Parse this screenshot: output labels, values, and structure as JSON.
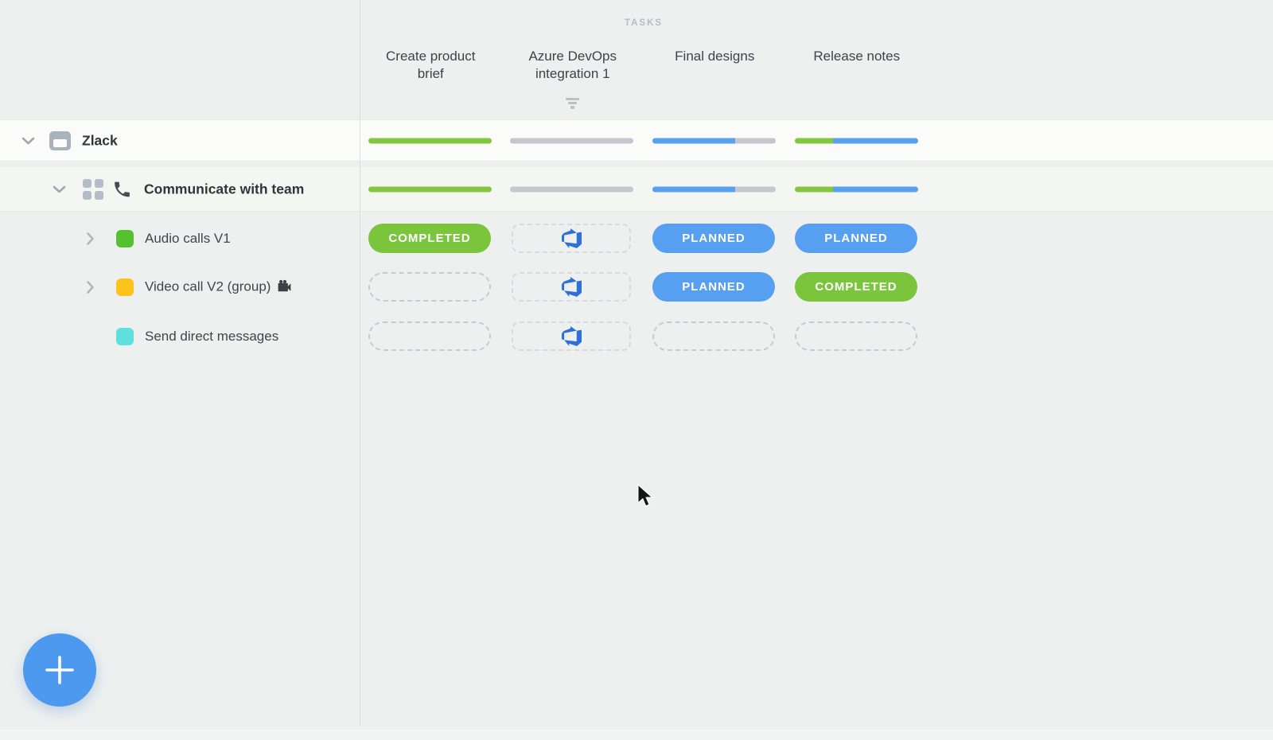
{
  "colors": {
    "background": "#EDF0EF",
    "green": "#7AC53C",
    "bar_green": "#84C73E",
    "blue": "#57A0F1",
    "bar_blue": "#5AA0F0",
    "bar_gray": "#C2C8CD",
    "azure_blue": "#2E70D8",
    "fab_blue": "#4C99EF"
  },
  "header": {
    "group_label": "TASKS",
    "columns": [
      "Create product brief",
      "Azure DevOps integration 1",
      "Final designs",
      "Release notes"
    ]
  },
  "sidebar": {
    "product": {
      "name": "Zlack"
    },
    "group": {
      "name": "Communicate with team"
    },
    "features": [
      {
        "name": "Audio calls V1",
        "color": "#55C12F",
        "expandable": true
      },
      {
        "name": "Video call V2 (group)",
        "suffix_icon": "movie-camera-icon",
        "color": "#FCC31D",
        "expandable": true
      },
      {
        "name": "Send direct messages",
        "color": "#5EE1DE",
        "expandable": false
      }
    ]
  },
  "progress": {
    "zlack": [
      [
        {
          "color": "#84C73E",
          "pct": 100
        }
      ],
      [
        {
          "color": "#C2C8CD",
          "pct": 100
        }
      ],
      [
        {
          "color": "#5AA0F0",
          "pct": 67
        },
        {
          "color": "#C2C8CD",
          "pct": 33
        }
      ],
      [
        {
          "color": "#84C73E",
          "pct": 31
        },
        {
          "color": "#5AA0F0",
          "pct": 69
        }
      ]
    ],
    "communicate": [
      [
        {
          "color": "#84C73E",
          "pct": 100
        }
      ],
      [
        {
          "color": "#C2C8CD",
          "pct": 100
        }
      ],
      [
        {
          "color": "#5AA0F0",
          "pct": 67
        },
        {
          "color": "#C2C8CD",
          "pct": 33
        }
      ],
      [
        {
          "color": "#84C73E",
          "pct": 31
        },
        {
          "color": "#5AA0F0",
          "pct": 69
        }
      ]
    ]
  },
  "status_matrix": [
    {
      "feature": "Audio calls V1",
      "cells": [
        {
          "type": "completed",
          "label": "COMPLETED"
        },
        {
          "type": "azure"
        },
        {
          "type": "planned",
          "label": "PLANNED"
        },
        {
          "type": "planned",
          "label": "PLANNED"
        }
      ]
    },
    {
      "feature": "Video call V2 (group)",
      "cells": [
        {
          "type": "empty"
        },
        {
          "type": "azure"
        },
        {
          "type": "planned",
          "label": "PLANNED"
        },
        {
          "type": "completed",
          "label": "COMPLETED"
        }
      ]
    },
    {
      "feature": "Send direct messages",
      "cells": [
        {
          "type": "empty"
        },
        {
          "type": "azure"
        },
        {
          "type": "empty"
        },
        {
          "type": "empty"
        }
      ]
    }
  ],
  "fab": {
    "label": "+"
  },
  "icons": {
    "product": "window-icon",
    "group": [
      "grid-icon",
      "phone-icon"
    ],
    "column_filter": "filter-icon",
    "azure_cell": "azure-devops-icon",
    "pointer": "cursor-arrow"
  }
}
